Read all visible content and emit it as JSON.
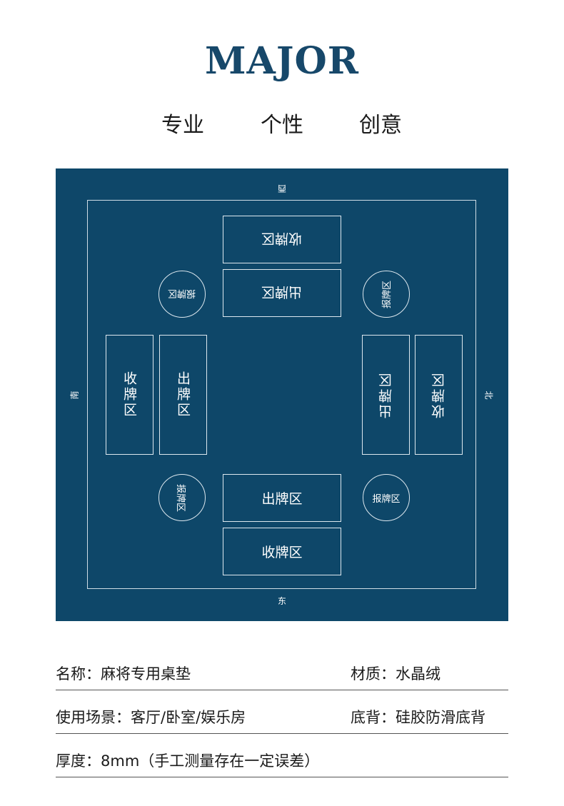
{
  "brand": "MAJOR",
  "taglines": [
    "专业",
    "个性",
    "创意"
  ],
  "mat": {
    "directions": {
      "top": "西",
      "bottom": "东",
      "left": "南",
      "right": "北"
    },
    "collect_zone": "收牌区",
    "play_zone": "出牌区",
    "report_zone": "报牌区"
  },
  "specs": {
    "name": "名称：麻将专用桌垫",
    "material": "材质：水晶绒",
    "usage": "使用场景：客厅/卧室/娱乐房",
    "backing": "底背：硅胶防滑底背",
    "thickness": "厚度：8mm（手工测量存在一定误差）"
  },
  "colors": {
    "mat": "#0e4769",
    "brand": "#17486a"
  }
}
